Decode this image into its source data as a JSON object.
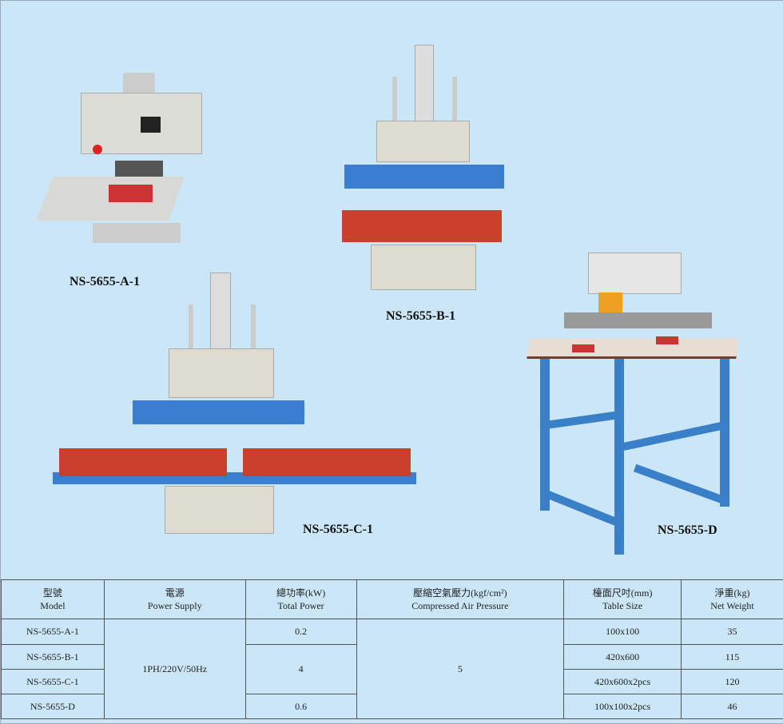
{
  "products": [
    {
      "label": "NS-5655-A-1"
    },
    {
      "label": "NS-5655-B-1"
    },
    {
      "label": "NS-5655-C-1"
    },
    {
      "label": "NS-5655-D"
    }
  ],
  "table": {
    "headers": [
      {
        "zh": "型號",
        "en": "Model"
      },
      {
        "zh": "電源",
        "en": "Power Supply"
      },
      {
        "zh": "總功率(kW)",
        "en": "Total Power"
      },
      {
        "zh": "壓縮空氣壓力(kgf/cm²)",
        "en": "Compressed Air Pressure"
      },
      {
        "zh": "檯面尺吋(mm)",
        "en": "Table Size"
      },
      {
        "zh": "淨重(kg)",
        "en": "Net Weight"
      }
    ],
    "rows": [
      {
        "model": "NS-5655-A-1",
        "power": "0.2",
        "table": "100x100",
        "weight": "35"
      },
      {
        "model": "NS-5655-B-1",
        "power": "4",
        "table": "420x600",
        "weight": "115"
      },
      {
        "model": "NS-5655-C-1",
        "table": "420x600x2pcs",
        "weight": "120"
      },
      {
        "model": "NS-5655-D",
        "power": "0.6",
        "table": "100x100x2pcs",
        "weight": "46"
      }
    ],
    "power_supply": "1PH/220V/50Hz",
    "air_pressure": "5"
  }
}
